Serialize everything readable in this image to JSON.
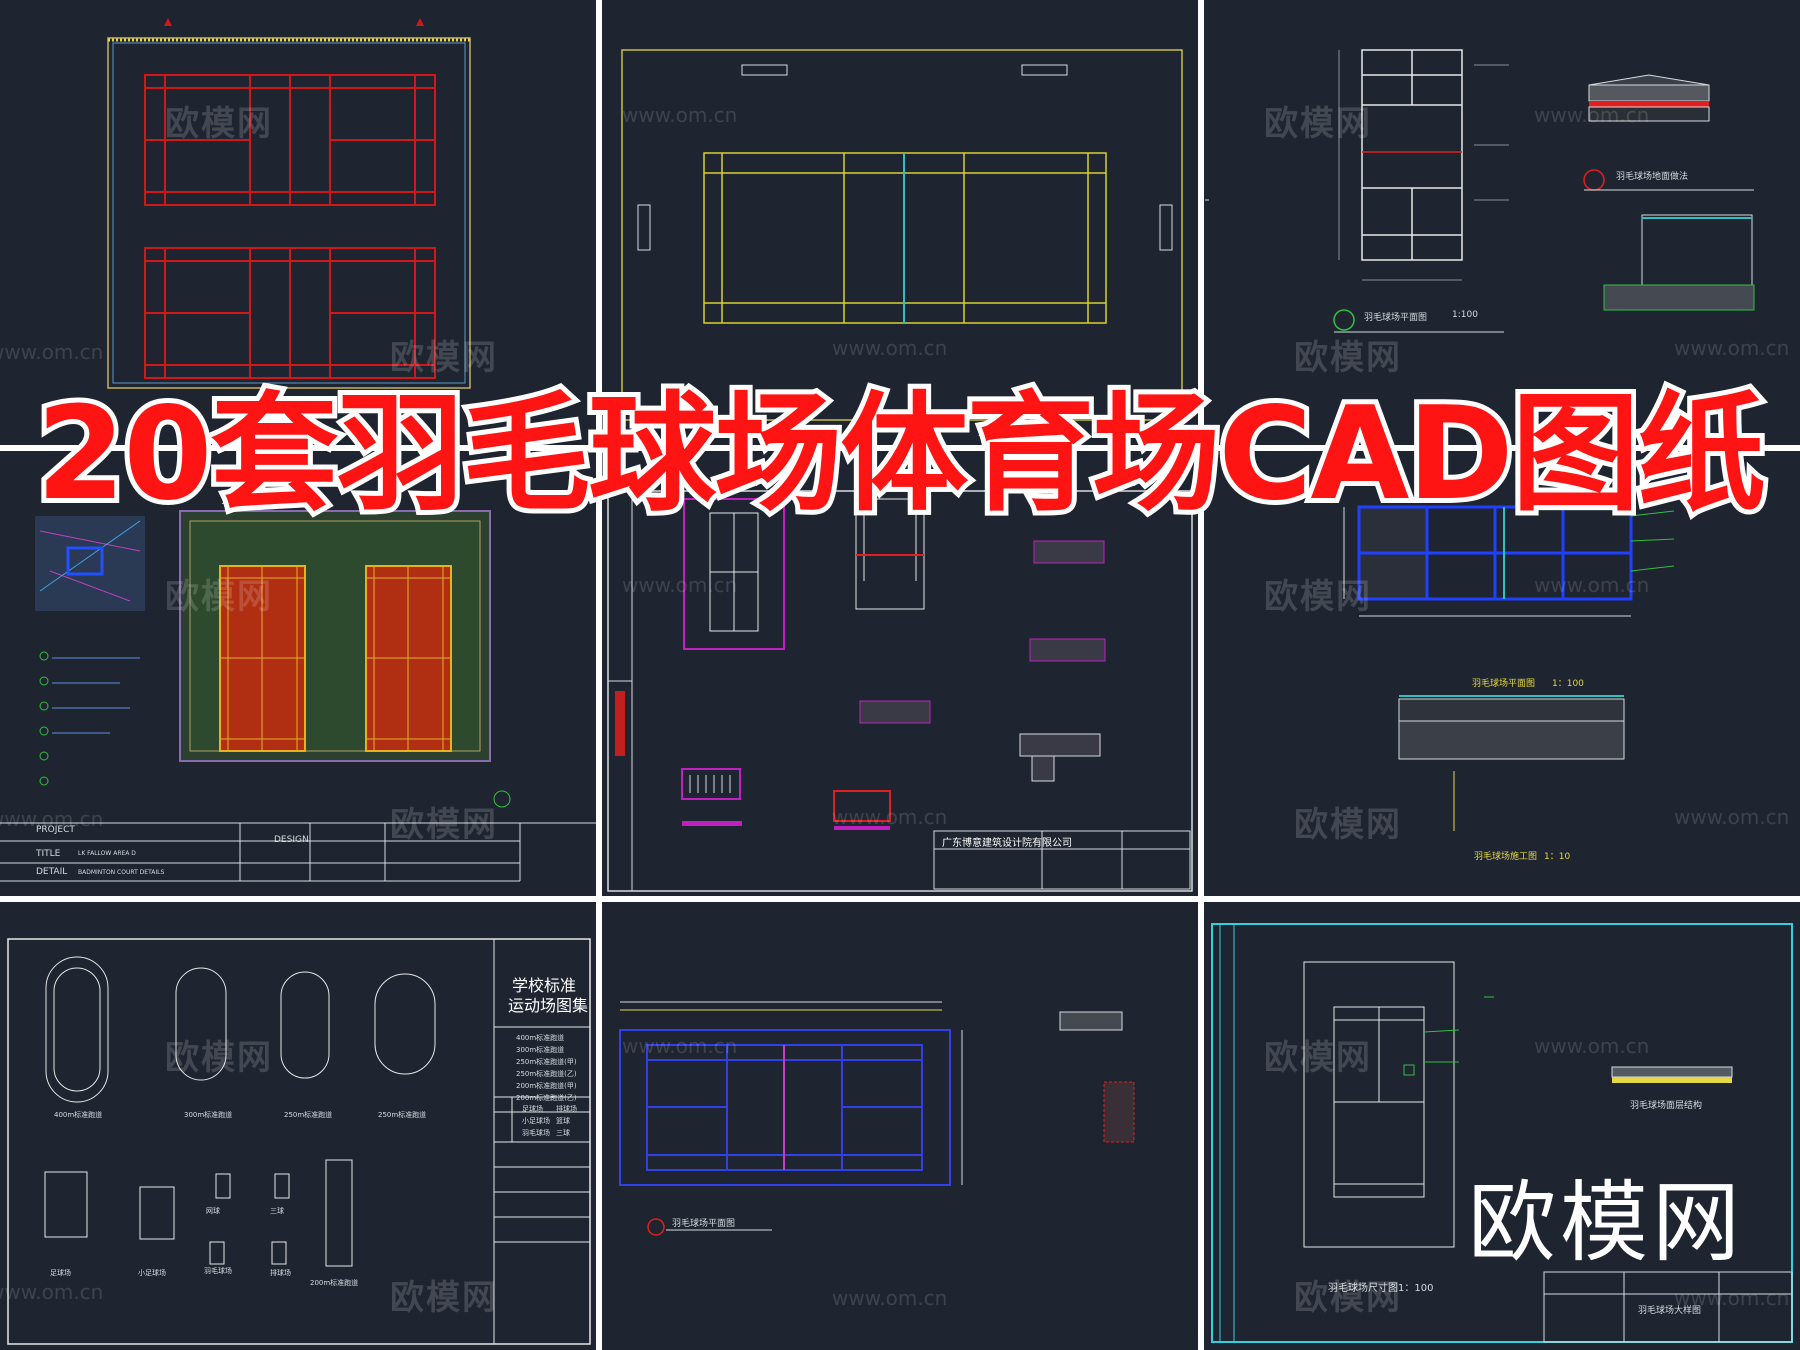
{
  "banner": {
    "title": "20套羽毛球场体育场CAD图纸",
    "color": "#ff1414"
  },
  "watermark": {
    "brand": "欧模网",
    "url": "www.om.cn"
  },
  "brand_logo": {
    "text": "欧模网"
  },
  "panels": {
    "p4": {
      "project": "PROJECT",
      "title": "TITLE",
      "detail": "DETAIL",
      "design": "DESIGN",
      "title_value": "LK FALLOW AREA D",
      "detail_value": "BADMINTON COURT DETAILS"
    },
    "p5": {
      "company": "广东博意建筑设计院有限公司"
    },
    "p6": {
      "plan_label": "羽毛球场平面图",
      "scale1": "1：100",
      "section_label": "羽毛球场施工图",
      "scale2": "1：10"
    },
    "p7": {
      "album_title_1": "学校标准",
      "album_title_2": "运动场图集",
      "items": [
        "400m标准跑道",
        "300m标准跑道",
        "250m标准跑道(甲)",
        "250m标准跑道(乙)",
        "200m标准跑道(甲)",
        "200m标准跑道(乙)"
      ],
      "col_a": [
        "足球场",
        "小足球场",
        "羽毛球场"
      ],
      "col_b": [
        "排球场",
        "篮球",
        "三球"
      ],
      "labels": [
        "400m标准跑道",
        "300m标准跑道",
        "250m标准跑道",
        "250m标准跑道",
        "足球场",
        "小足球场",
        "羽毛球场",
        "网球",
        "三球",
        "排球场",
        "200m标准跑道"
      ]
    },
    "p8": {
      "plan_label": "羽毛球场平面图"
    },
    "p9": {
      "size_label": "羽毛球场尺寸图",
      "scale": "1：100",
      "layer_label": "羽毛球场面层结构",
      "detail_label": "羽毛球场大样图"
    },
    "p3": {
      "plan_label": "羽毛球场平面图",
      "scale": "1:100",
      "detail_label": "羽毛球场地面做法"
    }
  }
}
